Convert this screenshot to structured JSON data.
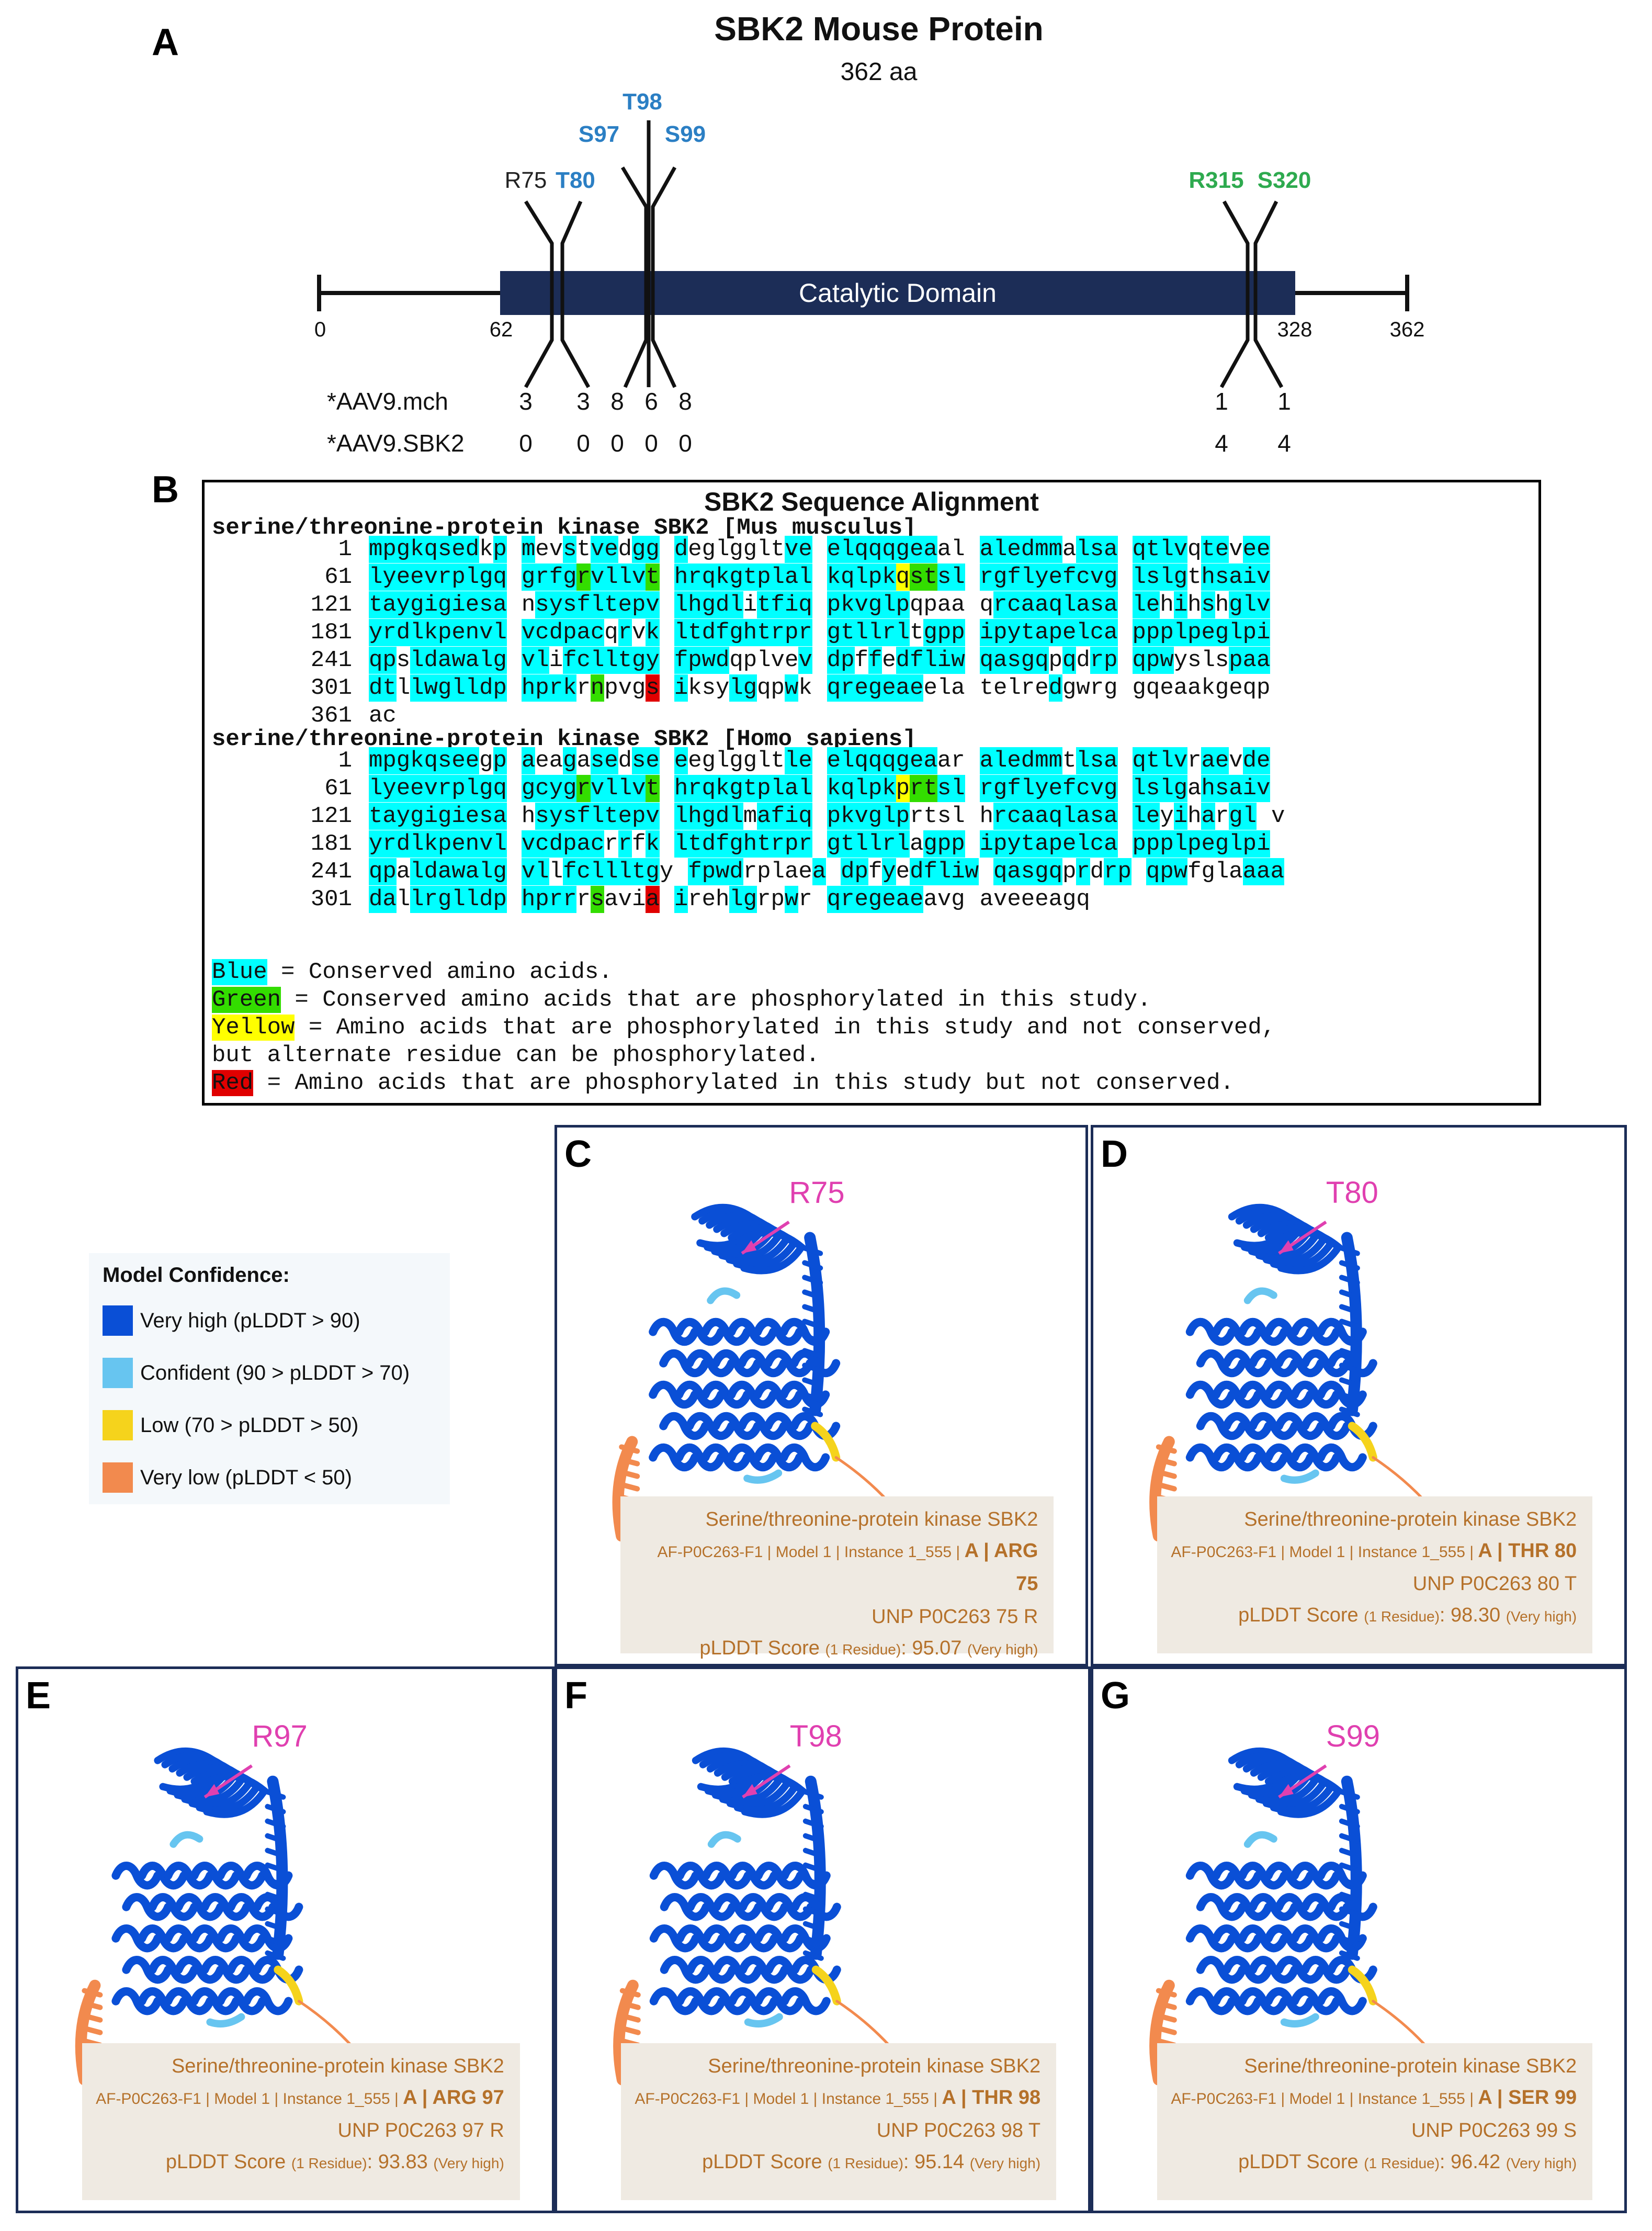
{
  "panel_labels": {
    "a": "A",
    "b": "B",
    "c": "C",
    "d": "D",
    "e": "E",
    "f": "F",
    "g": "G"
  },
  "panel_a": {
    "title": "SBK2 Mouse Protein",
    "subtitle": "362 aa",
    "domain_label": "Catalytic Domain",
    "scale": {
      "s0": "0",
      "s62": "62",
      "s328": "328",
      "s362": "362"
    },
    "sites": {
      "r75": "R75",
      "t80": "T80",
      "s97": "S97",
      "t98": "T98",
      "s99": "S99",
      "r315": "R315",
      "s320": "S320"
    },
    "rows": {
      "mch_label": "*AAV9.mch",
      "sbk2_label": "*AAV9.SBK2",
      "mch": {
        "r75": "3",
        "t80": "3",
        "s97": "8",
        "t98": "6",
        "s99": "8",
        "r315": "1",
        "s320": "1"
      },
      "sbk2": {
        "r75": "0",
        "t80": "0",
        "s97": "0",
        "t98": "0",
        "s99": "0",
        "r315": "4",
        "s320": "4"
      }
    },
    "colors": {
      "domain": "#1c2d57",
      "blue_site": "#2b7fc4",
      "green_site": "#2eaa4f"
    }
  },
  "panel_b": {
    "title": "SBK2 Sequence Alignment",
    "mouse_header": "serine/threonine-protein kinase SBK2 [Mus musculus]",
    "human_header": "serine/threonine-protein kinase SBK2 [Homo sapiens]",
    "mouse_rows": [
      {
        "num": "1",
        "seq": "mpgkqsedkp mevstvedgg deglggltve elqqqgeaal aledmmalsa qtlvqtevee",
        "hl": "cccccccc.c c..c.cc.cc c.......cc cccccccc.. cccccc.ccc cccc.cc.cc"
      },
      {
        "num": "61",
        "seq": "lyeevrplgq grfgrvllvt hrqkgtplal kqlpkqstsl rgflyefcvg lslgthsaiv",
        "hl": "cccccccccc ccccgccccg cccccccccc cccccyggcc cccccccccc cccc.ccccc"
      },
      {
        "num": "121",
        "seq": "taygigiesa nsysfltepv lhgdlitfiq pkvglpqpaa qrcaaqlasa lehihshglv",
        "hl": "cccccccccc .ccccccccc ccccc.cccc cccccc.... .ccccccccc cc.c.c.ccc"
      },
      {
        "num": "181",
        "seq": "yrdlkpenvl vcdpacqrvk ltdfghtrpr gtllrltgpp ipytapelca ppplpeglpi",
        "hl": "cccccccccc cccccc.c.c cccccccccc cccccc.ccc cccccccccc cccccccccc"
      },
      {
        "num": "241",
        "seq": "qpsldawalg vlifclltgy fpwdqplvev dpffedfliw qasgqpqdrp qpwyslspaa",
        "hl": "cc.ccccccc cc.ccccccc cccc.....c cc.c.ccccc ccccc.c.cc ccc....ccc"
      },
      {
        "num": "301",
        "seq": "dtllwglldp hprkrnpvgs iksylgqpwk qregeaeela telredgwrg gqeaakgeqp",
        "hl": "cc.ccccccc cccc.g...r c...cc..c. ccccccc... .....c.... .........."
      },
      {
        "num": "361",
        "seq": "ac",
        "hl": ".."
      }
    ],
    "human_rows": [
      {
        "num": "1",
        "seq": "mpgkqseegp aeagasedse eeglggltle elqqqgeaar aledmmtlsa qtlvraevde",
        "hl": "cccccccc.c c..c.cc.cc c.......cc cccccccc.. cccccc.ccc cccc.cc.cc"
      },
      {
        "num": "61",
        "seq": "lyeevrplgq gcygrvllvt hrqkgtplal kqlpkprtsl rgflyefcvg lslgahsaiv",
        "hl": "cccccccccc ccccgccccg cccccccccc cccccyggcc cccccccccc cccc.ccccc"
      },
      {
        "num": "121",
        "seq": "taygigiesa hsysfltepv lhgdlmafiq pkvglprtsl hrcaaqlasa leyihargl v",
        "hl": "cccccccccc .ccccccccc ccccc.cccc cccccc.... .ccccccccc cc.c.c.ccc"
      },
      {
        "num": "181",
        "seq": "yrdlkpenvl vcdpacrrfk ltdfghtrpr gtllrlagpp ipytapelca ppplpeglpi",
        "hl": "cccccccccc cccccc.c.c cccccccccc cccccc.ccc cccccccccc cccccccccc"
      },
      {
        "num": "241",
        "seq": "qpaldawalg vllfcllltgy fpwdrplaea dpfyedfliw qasgqprdrp qpwfglaaaa",
        "hl": "cc.ccccccc cc.ccccccc cccc.....c cc.c.ccccc ccccc.c.cc ccc....ccc"
      },
      {
        "num": "301",
        "seq": "dallrglldp hprrrsavia irehlgrpwr qregeaeavg aveeeagq",
        "hl": "cc.ccccccc cccc.g...r c...cc..c. ccccccc... ........"
      }
    ],
    "legend": [
      {
        "key": "Blue",
        "text": " = Conserved amino acids.",
        "color": "#00ffff"
      },
      {
        "key": "Green",
        "text": " = Conserved amino acids that are phosphorylated in this study.",
        "color": "#33dd00"
      },
      {
        "key": "Yellow",
        "text": " = Amino acids that are phosphorylated in this study and not conserved,",
        "color": "#ffff00"
      },
      {
        "key": "",
        "text": "but alternate residue can be phosphorylated.",
        "color": ""
      },
      {
        "key": "Red",
        "text": " = Amino acids that are phosphorylated in this study but not conserved.",
        "color": "#e00000"
      }
    ]
  },
  "confidence_legend": {
    "title": "Model Confidence:",
    "items": [
      {
        "label": "Very high (pLDDT > 90)",
        "color": "#0a4fd6"
      },
      {
        "label": "Confident (90 > pLDDT > 70)",
        "color": "#67c5f0"
      },
      {
        "label": "Low (70 > pLDDT > 50)",
        "color": "#f5d31c"
      },
      {
        "label": "Very low (pLDDT < 50)",
        "color": "#f28a4e"
      }
    ]
  },
  "structures": {
    "c": {
      "residue": "R75",
      "name": "Serine/threonine-protein kinase SBK2",
      "model": "AF-P0C263-F1 | Model 1 | Instance 1_555 | ",
      "chain_res": "A | ARG 75",
      "unp": "UNP P0C263 75 R",
      "score_label": "pLDDT Score ",
      "score_small": "(1 Residue)",
      "score": ": 95.07 ",
      "level": "(Very high)"
    },
    "d": {
      "residue": "T80",
      "name": "Serine/threonine-protein kinase SBK2",
      "model": "AF-P0C263-F1 | Model 1 | Instance 1_555 | ",
      "chain_res": "A | THR 80",
      "unp": "UNP P0C263 80 T",
      "score_label": "pLDDT Score ",
      "score_small": "(1 Residue)",
      "score": ": 98.30 ",
      "level": "(Very high)"
    },
    "e": {
      "residue": "R97",
      "name": "Serine/threonine-protein kinase SBK2",
      "model": "AF-P0C263-F1 | Model 1 | Instance 1_555 | ",
      "chain_res": "A | ARG 97",
      "unp": "UNP P0C263 97 R",
      "score_label": "pLDDT Score ",
      "score_small": "(1 Residue)",
      "score": ": 93.83 ",
      "level": "(Very high)"
    },
    "f": {
      "residue": "T98",
      "name": "Serine/threonine-protein kinase SBK2",
      "model": "AF-P0C263-F1 | Model 1 | Instance 1_555 | ",
      "chain_res": "A | THR 98",
      "unp": "UNP P0C263 98 T",
      "score_label": "pLDDT Score ",
      "score_small": "(1 Residue)",
      "score": ": 95.14 ",
      "level": "(Very high)"
    },
    "g": {
      "residue": "S99",
      "name": "Serine/threonine-protein kinase SBK2",
      "model": "AF-P0C263-F1 | Model 1 | Instance 1_555 | ",
      "chain_res": "A | SER 99",
      "unp": "UNP P0C263 99 S",
      "score_label": "pLDDT Score ",
      "score_small": "(1 Residue)",
      "score": ": 96.42 ",
      "level": "(Very high)"
    }
  }
}
